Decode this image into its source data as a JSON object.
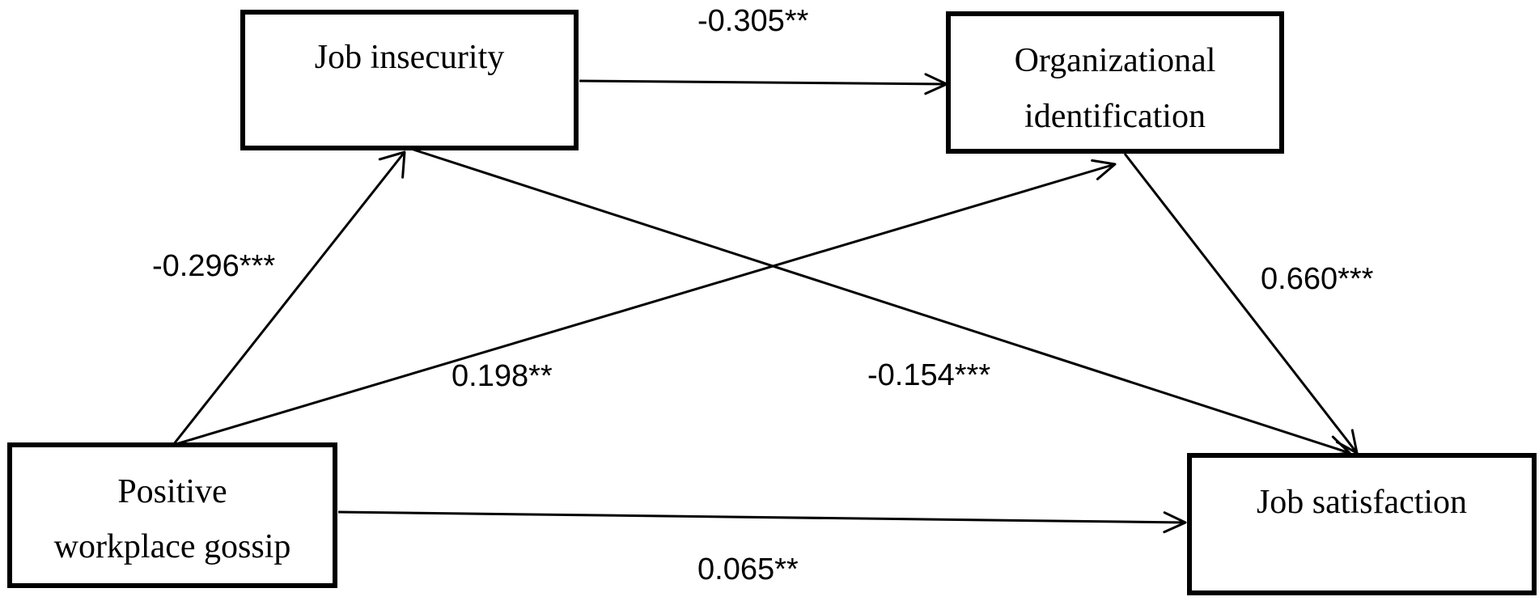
{
  "nodes": {
    "job_insecurity": {
      "lines": [
        "Job insecurity"
      ]
    },
    "organizational_identification": {
      "lines": [
        "Organizational",
        "identification"
      ]
    },
    "positive_workplace_gossip": {
      "lines": [
        "Positive",
        "workplace gossip"
      ]
    },
    "job_satisfaction": {
      "lines": [
        "Job satisfaction"
      ]
    }
  },
  "edges": {
    "gossip_to_insecurity": {
      "from": "positive_workplace_gossip",
      "to": "job_insecurity",
      "coefficient": "-0.296***"
    },
    "insecurity_to_identification": {
      "from": "job_insecurity",
      "to": "organizational_identification",
      "coefficient": "-0.305**"
    },
    "gossip_to_identification": {
      "from": "positive_workplace_gossip",
      "to": "organizational_identification",
      "coefficient": "0.198**"
    },
    "identification_to_satisfaction": {
      "from": "organizational_identification",
      "to": "job_satisfaction",
      "coefficient": "0.660***"
    },
    "insecurity_to_satisfaction": {
      "from": "job_insecurity",
      "to": "job_satisfaction",
      "coefficient": "-0.154***"
    },
    "gossip_to_satisfaction": {
      "from": "positive_workplace_gossip",
      "to": "job_satisfaction",
      "coefficient": "0.065**"
    }
  }
}
